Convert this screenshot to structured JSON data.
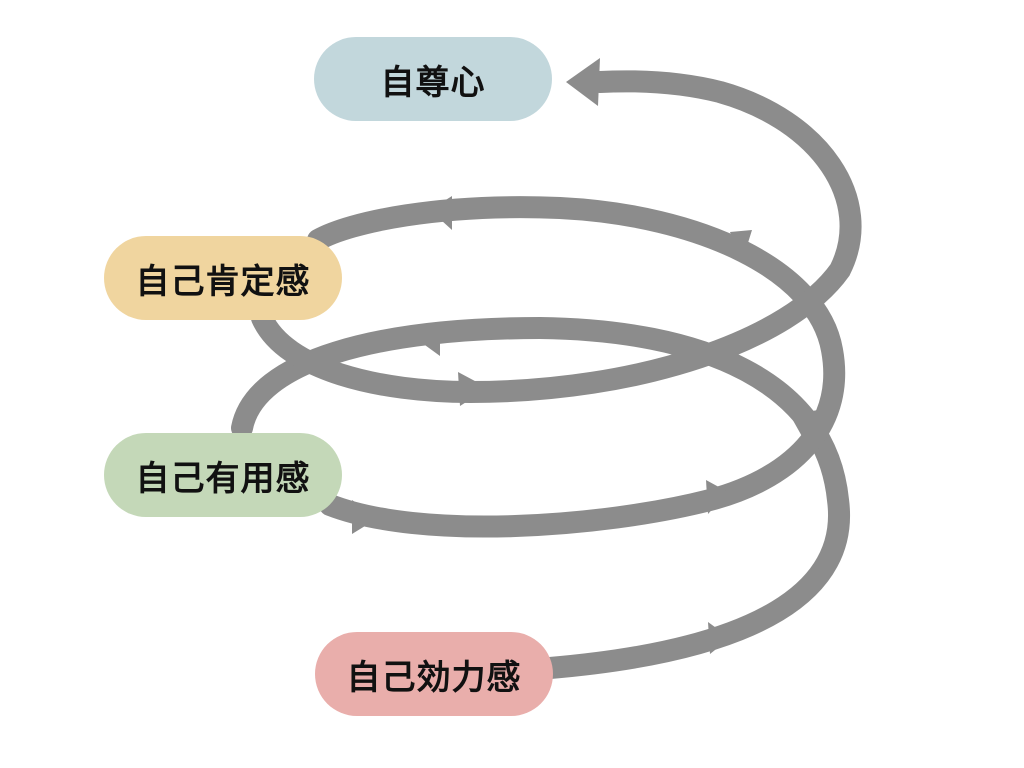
{
  "diagram": {
    "labels": [
      {
        "id": "top",
        "text": "自尊心",
        "color": "#c2d7dc"
      },
      {
        "id": "mid_upper",
        "text": "自己肯定感",
        "color": "#f0d59f"
      },
      {
        "id": "mid_lower",
        "text": "自己有用感",
        "color": "#c4d8b8"
      },
      {
        "id": "bottom",
        "text": "自己効力感",
        "color": "#e9aeab"
      }
    ],
    "arrow_color": "#8c8c8c",
    "flow": "spiral upward from 自己効力感 to 自尊心"
  }
}
